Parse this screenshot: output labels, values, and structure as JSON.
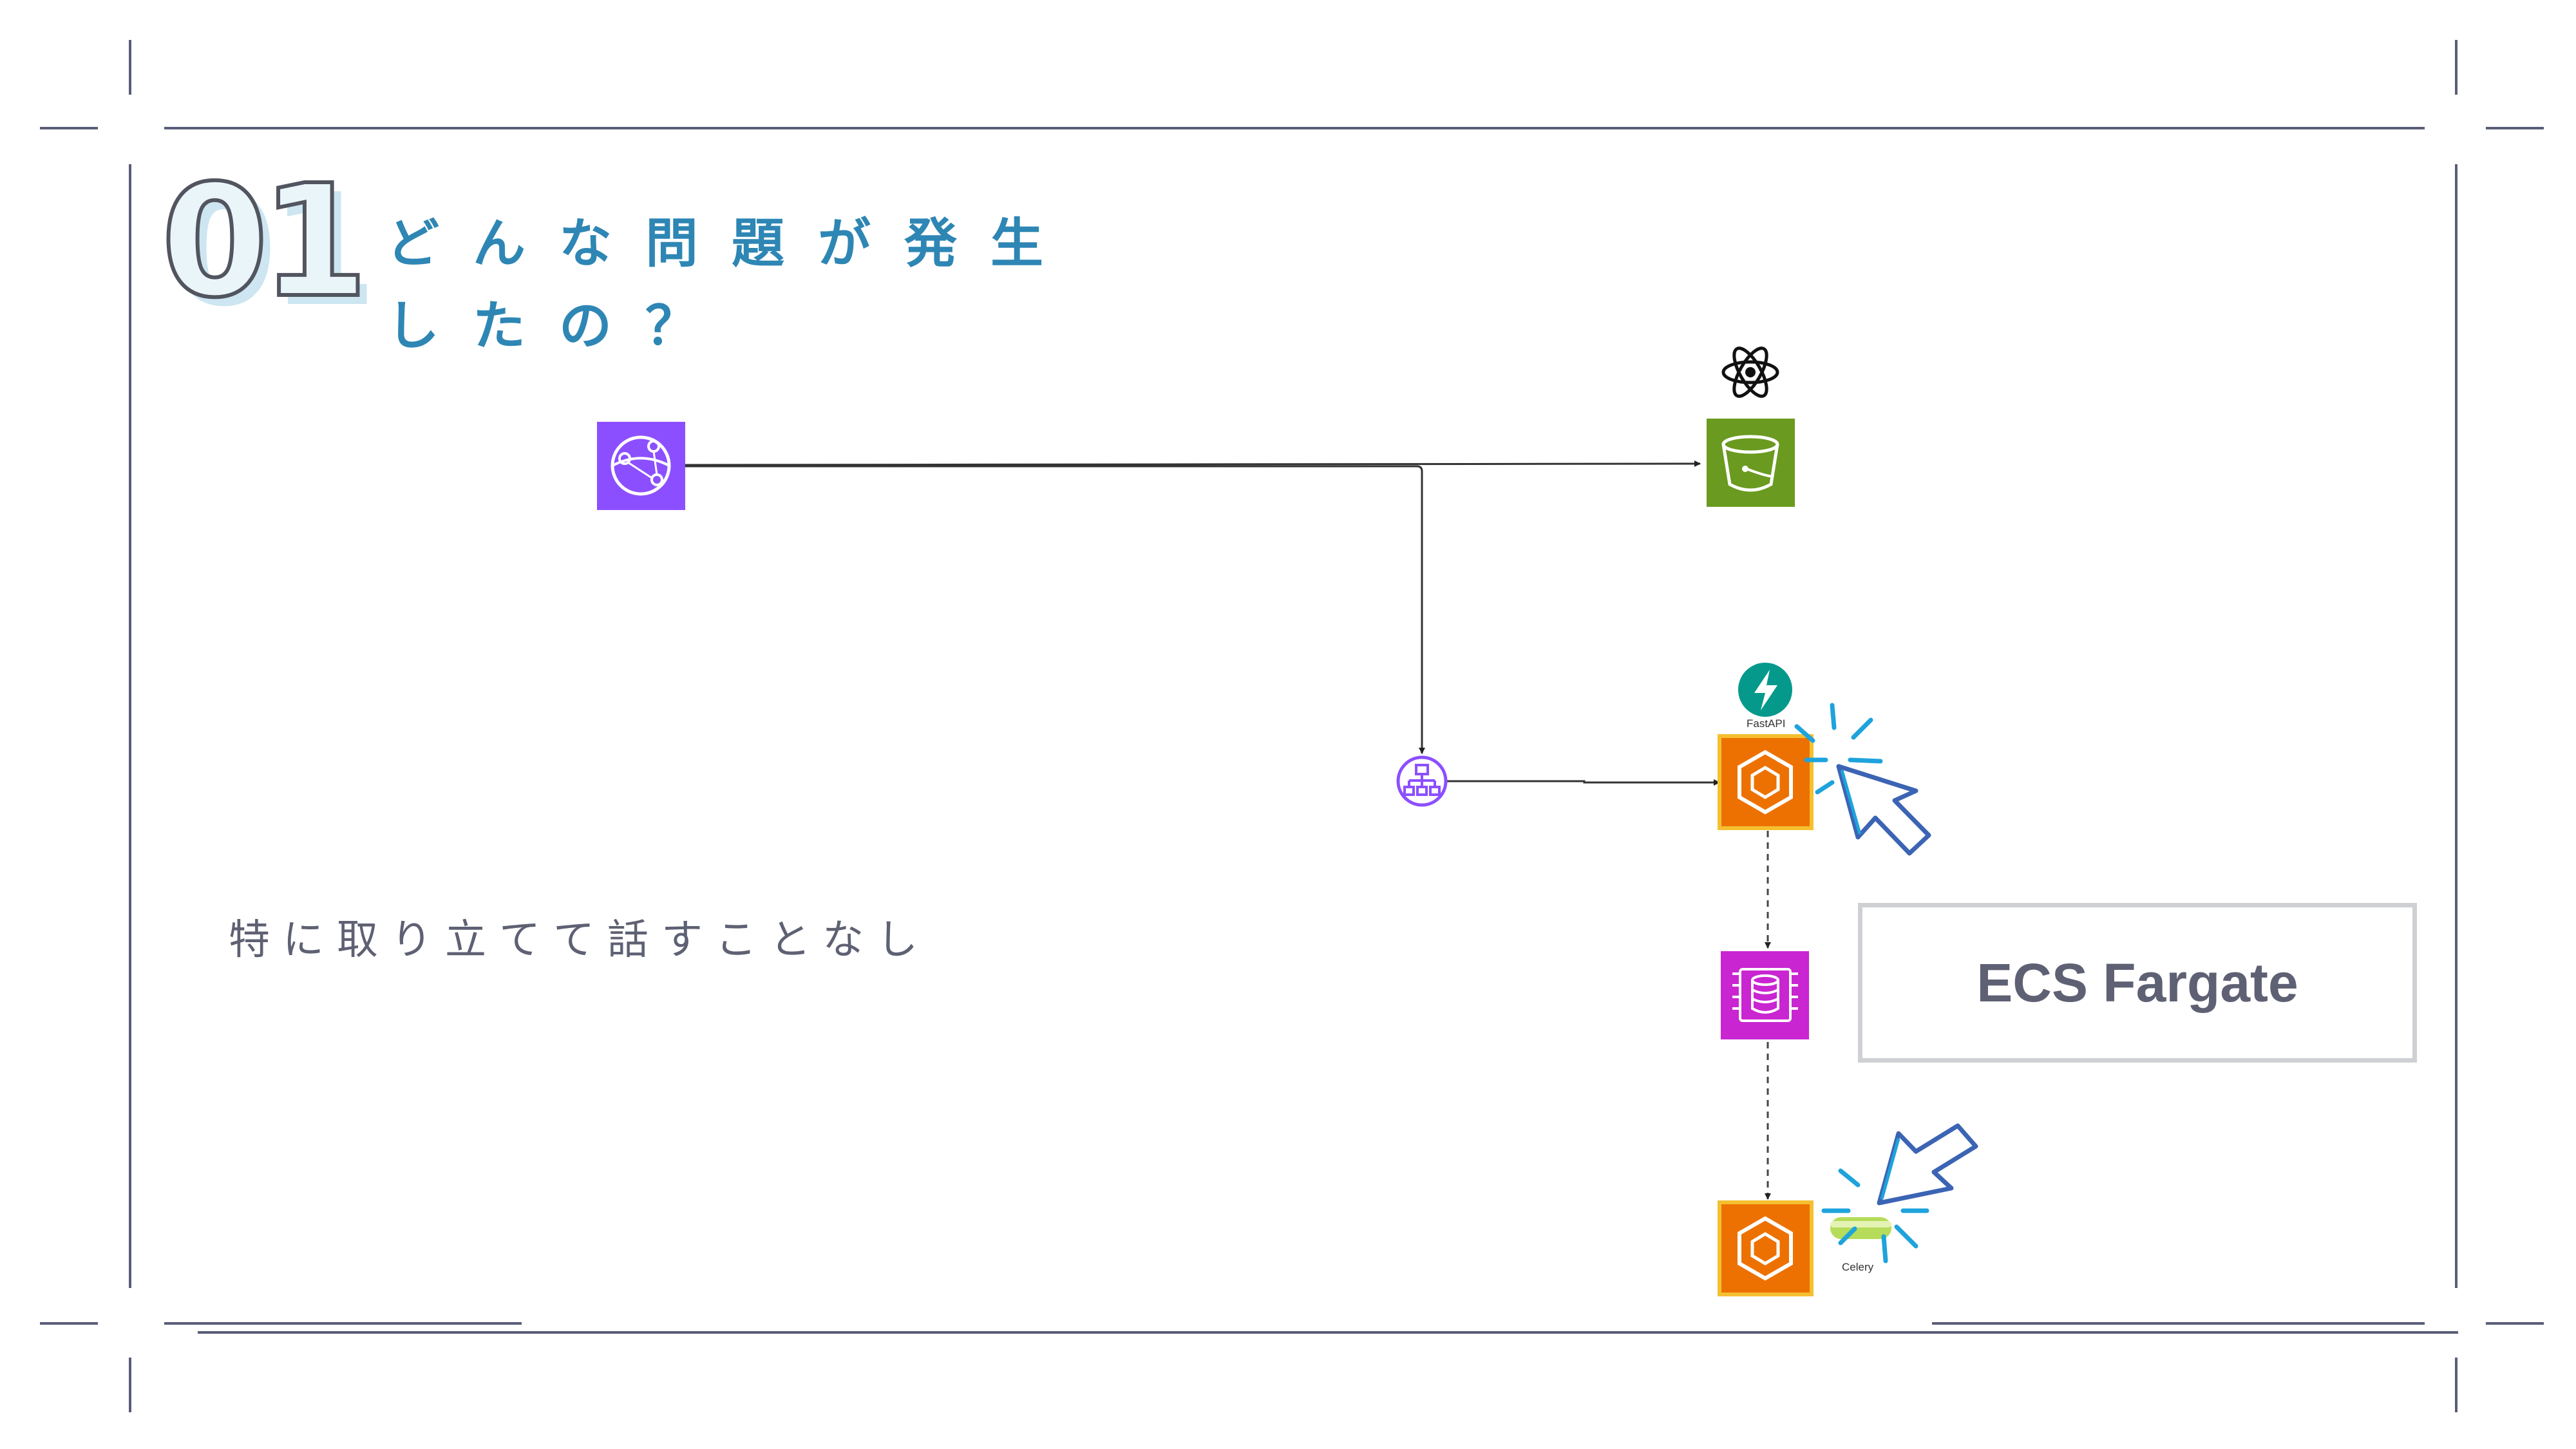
{
  "slide": {
    "number": "01",
    "title_line1": "どんな問題が発生",
    "title_line2": "したの？",
    "note": "特に取り立てて話すことなし",
    "callout": "ECS Fargate"
  },
  "diagram": {
    "nodes": [
      {
        "name": "cloudfront",
        "icon": "cloudfront-icon",
        "color": "#8c4fff"
      },
      {
        "name": "s3-bucket",
        "icon": "bucket-icon",
        "color": "#6a9a1f",
        "badge": "react-icon"
      },
      {
        "name": "load-balancer",
        "icon": "alb-icon",
        "color": "#8c4fff"
      },
      {
        "name": "ecs-api",
        "icon": "ecs-icon",
        "color": "#ed7100",
        "badge": "fastapi-icon",
        "badge_label": "FastAPI"
      },
      {
        "name": "elasticache",
        "icon": "elasticache-icon",
        "color": "#c925d1"
      },
      {
        "name": "ecs-worker",
        "icon": "ecs-icon",
        "color": "#ed7100",
        "badge": "celery-icon",
        "badge_label": "Celery"
      }
    ],
    "edges": [
      {
        "from": "cloudfront",
        "to": "s3-bucket",
        "style": "solid"
      },
      {
        "from": "cloudfront",
        "to": "load-balancer",
        "style": "solid"
      },
      {
        "from": "load-balancer",
        "to": "ecs-api",
        "style": "solid"
      },
      {
        "from": "ecs-api",
        "to": "elasticache",
        "style": "dashed"
      },
      {
        "from": "elasticache",
        "to": "ecs-worker",
        "style": "dashed"
      }
    ],
    "highlights": [
      "click-cursor-icon",
      "click-cursor-icon"
    ]
  },
  "colors": {
    "frame": "#5a5d78",
    "title": "#2e86b4",
    "accent_blue": "#1ea3dc"
  }
}
